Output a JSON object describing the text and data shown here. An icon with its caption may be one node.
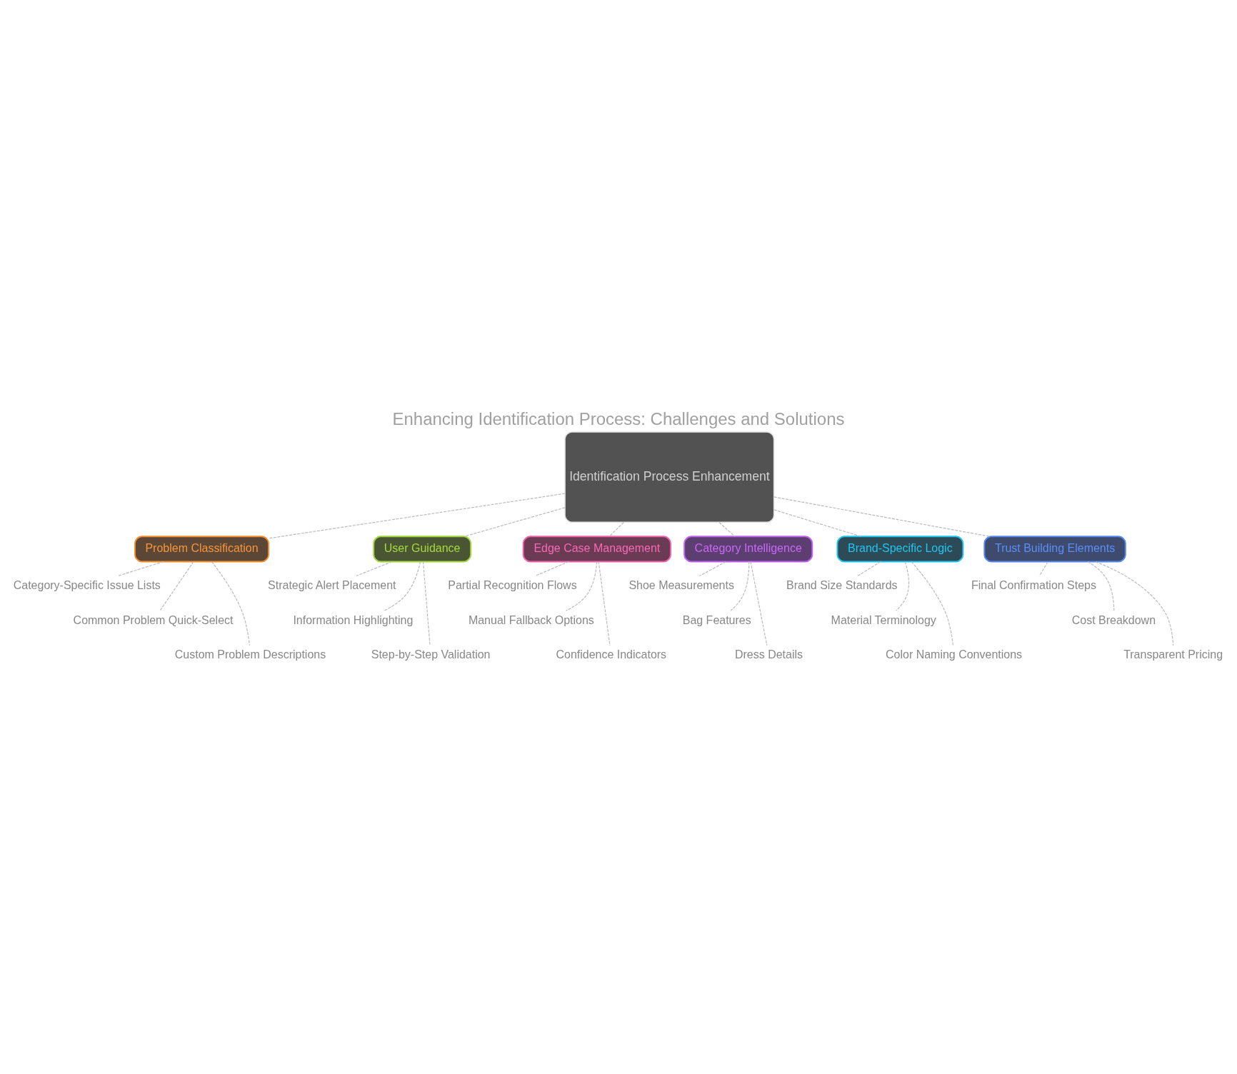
{
  "diagram": {
    "title": "Enhancing Identification Process: Challenges and Solutions",
    "nodes": [
      {
        "text": [
          "Identification Process Enhancement"
        ]
      },
      {
        "text": [
          "Problem Classification"
        ]
      },
      {
        "text": [
          "Category-Specific Issue Lists"
        ]
      },
      {
        "text": [
          "Common Problem Quick-Select"
        ]
      },
      {
        "text": [
          "Custom Problem Descriptions"
        ]
      },
      {
        "text": [
          "User Guidance"
        ]
      },
      {
        "text": [
          "Strategic Alert Placement"
        ]
      },
      {
        "text": [
          "Information Highlighting"
        ]
      },
      {
        "text": [
          "Step-by-Step Validation"
        ]
      },
      {
        "text": [
          "Edge Case Management"
        ]
      },
      {
        "text": [
          "Partial Recognition Flows"
        ]
      },
      {
        "text": [
          "Manual Fallback Options"
        ]
      },
      {
        "text": [
          "Confidence Indicators"
        ]
      },
      {
        "text": [
          "Category Intelligence"
        ]
      },
      {
        "text": [
          "Shoe Measurements"
        ]
      },
      {
        "text": [
          "Bag Features"
        ]
      },
      {
        "text": [
          "Dress Details"
        ]
      },
      {
        "text": [
          "Brand-Specific Logic"
        ]
      },
      {
        "text": [
          "Brand Size Standards"
        ]
      },
      {
        "text": [
          "Material Terminology"
        ]
      },
      {
        "text": [
          "Color Naming Conventions"
        ]
      },
      {
        "text": [
          "Trust Building Elements"
        ]
      },
      {
        "text": [
          "Final Confirmation Steps"
        ]
      },
      {
        "text": [
          "Cost Breakdown"
        ]
      },
      {
        "text": [
          "Transparent Pricing"
        ]
      }
    ],
    "edges": [
      {
        "from": 0,
        "to": 1,
        "arrow": "none",
        "style": "dashed"
      },
      {
        "from": 1,
        "to": 2,
        "arrow": "none",
        "style": "dashed"
      },
      {
        "from": 1,
        "to": 3,
        "arrow": "none",
        "style": "dashed"
      },
      {
        "from": 1,
        "to": 4,
        "arrow": "none",
        "style": "dashed"
      },
      {
        "from": 0,
        "to": 5,
        "arrow": "none",
        "style": "dashed"
      },
      {
        "from": 5,
        "to": 6,
        "arrow": "none",
        "style": "dashed"
      },
      {
        "from": 5,
        "to": 7,
        "arrow": "none",
        "style": "dashed"
      },
      {
        "from": 5,
        "to": 8,
        "arrow": "none",
        "style": "dashed"
      },
      {
        "from": 0,
        "to": 9,
        "arrow": "none",
        "style": "dashed"
      },
      {
        "from": 9,
        "to": 10,
        "arrow": "none",
        "style": "dashed"
      },
      {
        "from": 9,
        "to": 11,
        "arrow": "none",
        "style": "dashed"
      },
      {
        "from": 9,
        "to": 12,
        "arrow": "none",
        "style": "dashed"
      },
      {
        "from": 0,
        "to": 13,
        "arrow": "none",
        "style": "dashed"
      },
      {
        "from": 13,
        "to": 14,
        "arrow": "none",
        "style": "dashed"
      },
      {
        "from": 13,
        "to": 15,
        "arrow": "none",
        "style": "dashed"
      },
      {
        "from": 13,
        "to": 16,
        "arrow": "none",
        "style": "dashed"
      },
      {
        "from": 0,
        "to": 17,
        "arrow": "none",
        "style": "dashed"
      },
      {
        "from": 17,
        "to": 18,
        "arrow": "none",
        "style": "dashed"
      },
      {
        "from": 17,
        "to": 19,
        "arrow": "none",
        "style": "dashed"
      },
      {
        "from": 17,
        "to": 20,
        "arrow": "none",
        "style": "dashed"
      },
      {
        "from": 0,
        "to": 21,
        "arrow": "none",
        "style": "dashed"
      },
      {
        "from": 21,
        "to": 22,
        "arrow": "none",
        "style": "dashed"
      },
      {
        "from": 21,
        "to": 23,
        "arrow": "none",
        "style": "dashed"
      },
      {
        "from": 21,
        "to": 24,
        "arrow": "none",
        "style": "dashed"
      }
    ]
  }
}
